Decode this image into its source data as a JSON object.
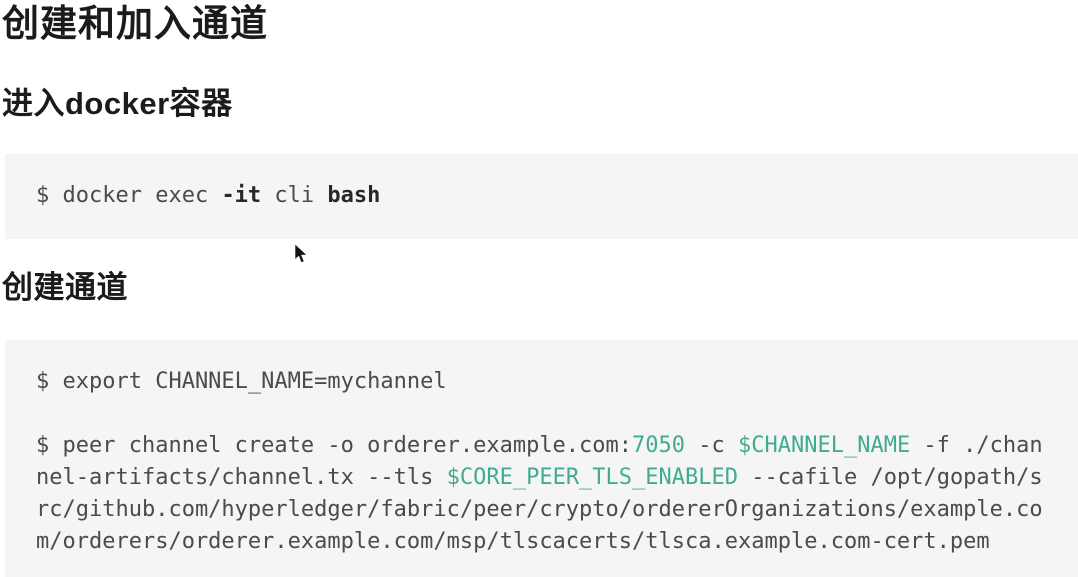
{
  "page": {
    "title": "创建和加入通道"
  },
  "sections": [
    {
      "heading": "进入docker容器"
    },
    {
      "heading": "创建通道"
    }
  ],
  "colors": {
    "token_accent": "#41ab90",
    "code_background": "#f5f5f5",
    "code_text": "#4b4b4b",
    "code_text_bold": "#282828",
    "heading_text": "#1b1b1b"
  },
  "cursor": {
    "icon": "arrow-pointer"
  },
  "code_blocks": [
    {
      "lines": [
        [
          {
            "t": "$ docker exec "
          },
          {
            "t": "-it",
            "s": "bold"
          },
          {
            "t": " cli "
          },
          {
            "t": "bash",
            "s": "bold"
          }
        ]
      ]
    },
    {
      "lines": [
        [
          {
            "t": "$ export CHANNEL_NAME=mychannel"
          }
        ],
        [],
        [
          {
            "t": "$ peer channel create -o orderer.example.com:"
          },
          {
            "t": "7050",
            "s": "var"
          },
          {
            "t": " -c "
          },
          {
            "t": "$CHANNEL_NAME",
            "s": "var"
          },
          {
            "t": " -f ./channel-artifacts/channel.tx --tls "
          },
          {
            "t": "$CORE_PEER_TLS_ENABLED",
            "s": "var"
          },
          {
            "t": " --cafile /opt/gopath/src/github.com/hyperledger/fabric/peer/crypto/ordererOrganizations/example.com/orderers/orderer.example.com/msp/tlscacerts/tlsca.example.com-cert.pem"
          }
        ]
      ]
    }
  ]
}
